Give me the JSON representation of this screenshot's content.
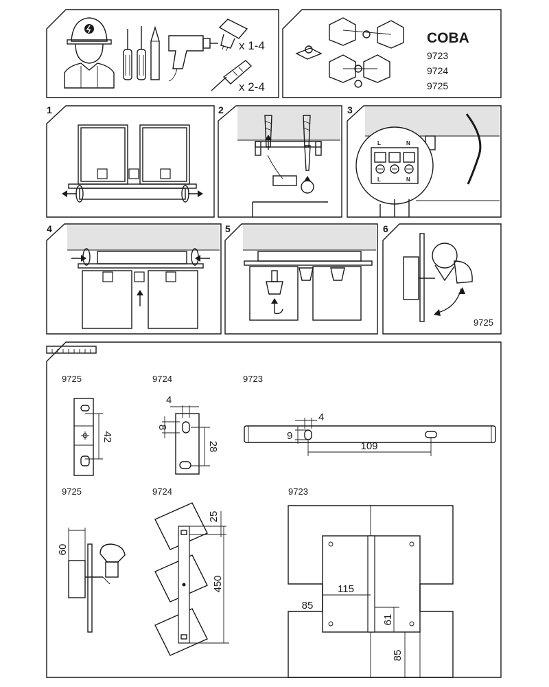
{
  "header": {
    "quantities": {
      "bulbs": "x 1-4",
      "screws": "x 2-4"
    },
    "product_name": "COBA",
    "model_codes": [
      "9723",
      "9724",
      "9725"
    ]
  },
  "steps": {
    "step1": "1",
    "step2": "2",
    "step3": "3",
    "step4": "4",
    "step5": "5",
    "step6": "6",
    "step6_model": "9725"
  },
  "wiring": {
    "left": "L",
    "center": "",
    "right": "N"
  },
  "dimensions": {
    "row1": {
      "m9725": {
        "model": "9725",
        "height": "42"
      },
      "m9724": {
        "model": "9724",
        "width": "4",
        "offset": "8",
        "height": "28"
      },
      "m9723": {
        "model": "9723",
        "width": "4",
        "height": "9",
        "length": "109"
      }
    },
    "row2": {
      "m9725": {
        "model": "9725",
        "depth": "60"
      },
      "m9724": {
        "model": "9724",
        "top": "25",
        "length": "450"
      },
      "m9723": {
        "model": "9723",
        "half_width": "115",
        "side": "85",
        "mount": "61",
        "bottom": "85"
      }
    }
  },
  "icons": [
    "electrician-icon",
    "screwdriver-icon",
    "pencil-icon",
    "drill-icon",
    "gu10-bulb-icon",
    "wall-plug-icon",
    "ruler-icon"
  ]
}
